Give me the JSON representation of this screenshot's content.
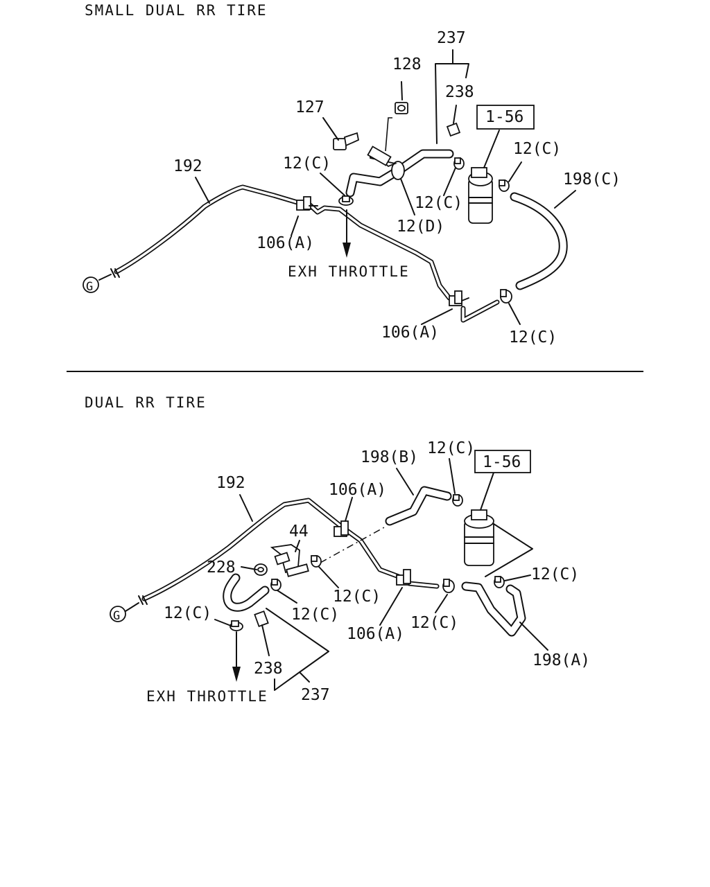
{
  "sections": {
    "top": {
      "heading": "SMALL DUAL RR TIRE",
      "callouts": {
        "c237": "237",
        "c128": "128",
        "c238": "238",
        "c127": "127",
        "c156": "1-56",
        "c12c_right": "12(C)",
        "c192": "192",
        "c12c_mid": "12(C)",
        "c198c": "198(C)",
        "c12c_center": "12(C)",
        "c12d": "12(D)",
        "c106a_left": "106(A)",
        "c106a_bottom": "106(A)",
        "c12c_bottom": "12(C)",
        "exh": "EXH THROTTLE",
        "g": "G"
      }
    },
    "bottom": {
      "heading": "DUAL RR TIRE",
      "callouts": {
        "c12c_top": "12(C)",
        "c156": "1-56",
        "c198b": "198(B)",
        "c192": "192",
        "c106a_top": "106(A)",
        "c44": "44",
        "c228": "228",
        "c12c_right": "12(C)",
        "c12c_mid": "12(C)",
        "c12c_mid2": "12(C)",
        "c12c_left": "12(C)",
        "c106a_bottom": "106(A)",
        "c12c_center": "12(C)",
        "c238": "238",
        "c198a": "198(A)",
        "c237": "237",
        "exh": "EXH THROTTLE",
        "g": "G"
      }
    }
  }
}
